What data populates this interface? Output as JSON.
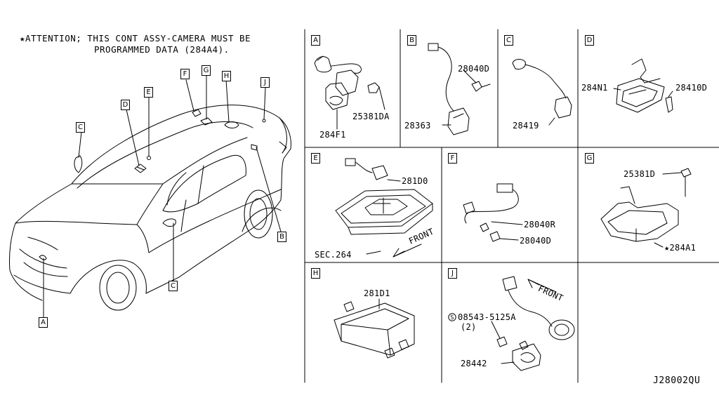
{
  "attention_note": {
    "line1": "★ATTENTION; THIS CONT ASSY-CAMERA MUST BE",
    "line2": "PROGRAMMED DATA (284A4)."
  },
  "car_view": {
    "callouts": [
      "A",
      "B",
      "C",
      "C",
      "D",
      "E",
      "F",
      "G",
      "H",
      "J"
    ]
  },
  "panels": {
    "A": {
      "letter": "A",
      "parts": [
        "25381DA",
        "284F1"
      ]
    },
    "B": {
      "letter": "B",
      "parts": [
        "28040D",
        "28363"
      ]
    },
    "C": {
      "letter": "C",
      "parts": [
        "28419"
      ]
    },
    "D": {
      "letter": "D",
      "parts": [
        "284N1",
        "28410D"
      ]
    },
    "E": {
      "letter": "E",
      "parts": [
        "281D0",
        "SEC.264"
      ],
      "direction": "FRONT"
    },
    "F": {
      "letter": "F",
      "parts": [
        "28040R",
        "28040D"
      ]
    },
    "G": {
      "letter": "G",
      "parts": [
        "25381D",
        "★284A1"
      ]
    },
    "H": {
      "letter": "H",
      "parts": [
        "281D1"
      ]
    },
    "J": {
      "letter": "J",
      "parts": [
        "08543-5125A",
        "(2)",
        "28442"
      ],
      "direction": "FRONT"
    }
  },
  "diagram_code": "J28002QU"
}
